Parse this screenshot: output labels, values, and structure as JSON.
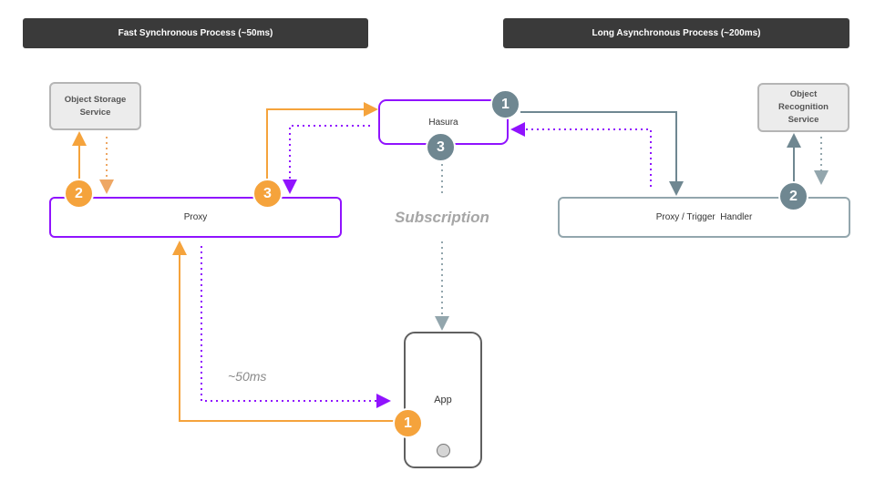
{
  "banners": {
    "left": "Fast Synchronous Process (~50ms)",
    "right": "Long Asynchronous  Process (~200ms)"
  },
  "nodes": {
    "object_storage": "Object Storage Service",
    "object_recognition": "Object Recognition Service",
    "hasura": "Hasura",
    "proxy": "Proxy",
    "trigger_handler": "Proxy / Trigger  Handler",
    "app": "App"
  },
  "labels": {
    "subscription": "Subscription",
    "latency": "~50ms"
  },
  "badges": {
    "storage_step": "2",
    "proxy_step": "3",
    "app_step": "1",
    "hasura_step_1": "1",
    "hasura_step_3": "3",
    "trigger_step": "2"
  },
  "colors": {
    "sync_orange": "#f5a33c",
    "dotted_orange": "#f0b070",
    "purple": "#9013fe",
    "async_grey": "#6f8791",
    "banner": "#3a3a3a"
  }
}
